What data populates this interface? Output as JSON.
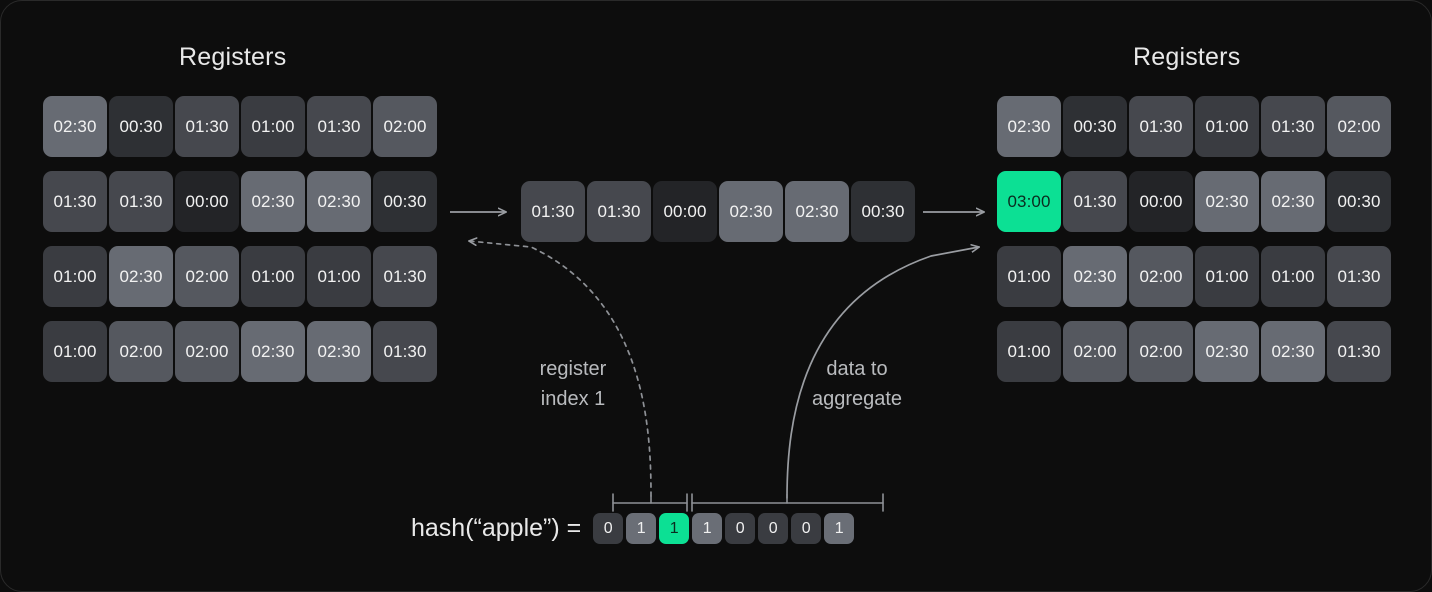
{
  "diagram": {
    "title_left": "Registers",
    "title_right": "Registers",
    "background_color": "#0d0d0d",
    "accent_color": "#0ce094"
  },
  "left_panel": {
    "title": "Registers",
    "rows": [
      [
        "02:30",
        "00:30",
        "01:30",
        "01:00",
        "01:30",
        "02:00"
      ],
      [
        "01:30",
        "01:30",
        "00:00",
        "02:30",
        "02:30",
        "00:30"
      ],
      [
        "01:00",
        "02:30",
        "02:00",
        "01:00",
        "01:00",
        "01:30"
      ],
      [
        "01:00",
        "02:00",
        "02:00",
        "02:30",
        "02:30",
        "01:30"
      ]
    ]
  },
  "middle_row": {
    "values": [
      "01:30",
      "01:30",
      "00:00",
      "02:30",
      "02:30",
      "00:30"
    ]
  },
  "right_panel": {
    "title": "Registers",
    "rows": [
      [
        "02:30",
        "00:30",
        "01:30",
        "01:00",
        "01:30",
        "02:00"
      ],
      [
        "03:00",
        "01:30",
        "00:00",
        "02:30",
        "02:30",
        "00:30"
      ],
      [
        "01:00",
        "02:30",
        "02:00",
        "01:00",
        "01:00",
        "01:30"
      ],
      [
        "01:00",
        "02:00",
        "02:00",
        "02:30",
        "02:30",
        "01:30"
      ]
    ],
    "highlighted_cell": {
      "row": 1,
      "col": 0,
      "value": "03:00"
    }
  },
  "annotations": {
    "register_index_label": "register\nindex 1",
    "register_index_line1": "register",
    "register_index_line2": "index 1",
    "data_aggregate_line1": "data to",
    "data_aggregate_line2": "aggregate"
  },
  "hash": {
    "expression": "hash(“apple”) =",
    "bits": [
      "0",
      "1",
      "1",
      "1",
      "0",
      "0",
      "0",
      "1"
    ],
    "highlighted_bit_index": 2,
    "index_span_bits": [
      0,
      1
    ],
    "data_span_bits": [
      2,
      3,
      4,
      5,
      6,
      7
    ]
  }
}
